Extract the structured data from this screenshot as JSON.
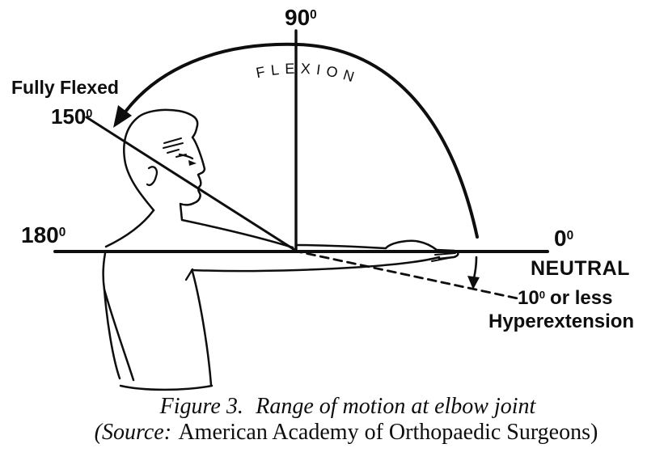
{
  "figure": {
    "colors": {
      "ink": "#0e0e0e",
      "paper": "#ffffff"
    },
    "angles": {
      "deg90": {
        "value": "90",
        "sup": "0"
      },
      "deg150": {
        "value": "150",
        "sup": "0"
      },
      "deg180": {
        "value": "180",
        "sup": "0"
      },
      "deg0": {
        "value": "0",
        "sup": "0"
      },
      "hyper": {
        "value": "10",
        "sup": "0",
        "suffix": "or less"
      }
    },
    "labels": {
      "flexion_arc": "FLEXION",
      "fully_flexed": "Fully Flexed",
      "neutral": "NEUTRAL",
      "hyperextension": "Hyperextension"
    },
    "caption": {
      "figure_label": "Figure 3.",
      "title": "Range of motion at elbow joint",
      "source_label": "(Source:",
      "source_text": "American Academy of Orthopaedic Surgeons)"
    }
  }
}
